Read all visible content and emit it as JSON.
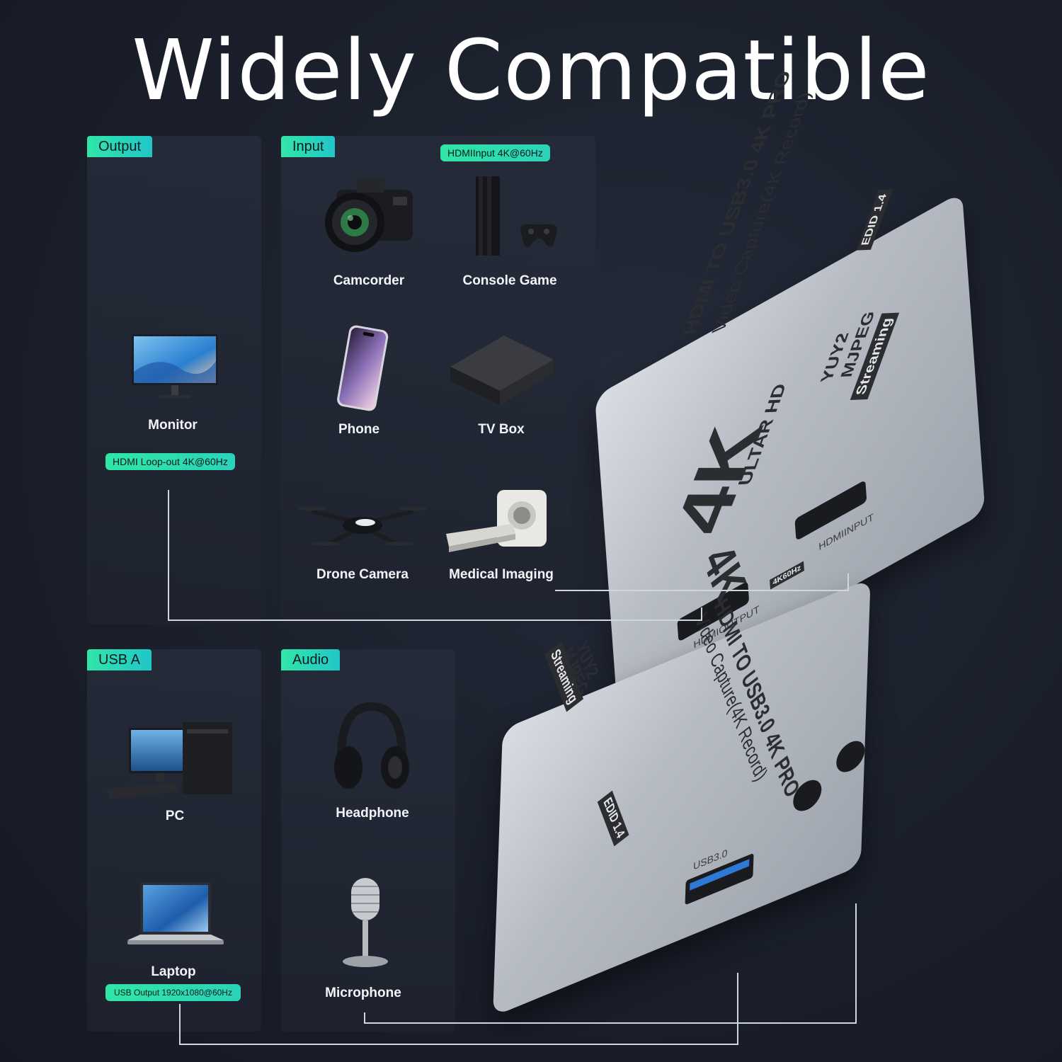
{
  "title": "Widely Compatible",
  "sections": {
    "output": {
      "tag": "Output",
      "items": [
        {
          "label": "Monitor",
          "icon": "monitor-icon"
        }
      ],
      "pill": "HDMI Loop-out 4K@60Hz"
    },
    "input": {
      "tag": "Input",
      "pill": "HDMIInput 4K@60Hz",
      "items": [
        {
          "label": "Camcorder",
          "icon": "camera-icon"
        },
        {
          "label": "Console Game",
          "icon": "console-icon"
        },
        {
          "label": "Phone",
          "icon": "phone-icon"
        },
        {
          "label": "TV Box",
          "icon": "tv-box-icon"
        },
        {
          "label": "Drone Camera",
          "icon": "drone-icon"
        },
        {
          "label": "Medical Imaging",
          "icon": "medical-scanner-icon"
        }
      ]
    },
    "usb": {
      "tag": "USB A",
      "items": [
        {
          "label": "PC",
          "icon": "desktop-pc-icon"
        },
        {
          "label": "Laptop",
          "icon": "laptop-icon"
        }
      ],
      "pill": "USB Output 1920x1080@60Hz"
    },
    "audio": {
      "tag": "Audio",
      "items": [
        {
          "label": "Headphone",
          "icon": "headphone-icon"
        },
        {
          "label": "Microphone",
          "icon": "microphone-icon"
        }
      ]
    }
  },
  "device_top": {
    "big": "4K",
    "ultra": "ULTAR HD",
    "line1": "HDMI TO USB3.0 4K PRO",
    "line2": "Video Capture(4K Record)",
    "yuy": "YUY2",
    "mjpeg": "MJPEG",
    "streaming": "Streaming",
    "edid": "EDID 1.4",
    "port_out": "HDMIOUTPUT",
    "port_in": "HDMIINPUT",
    "port_badge": "4K60Hz"
  },
  "device_bottom": {
    "big": "4K",
    "line1": "HDMI TO USB3.0 4K PRO",
    "line2": "Video Capture(4K Record)",
    "yuy": "YUY2",
    "mjpeg": "MJPEG",
    "streaming": "Streaming",
    "edid": "EDID 1.4",
    "usb_port": "USB3.0"
  }
}
